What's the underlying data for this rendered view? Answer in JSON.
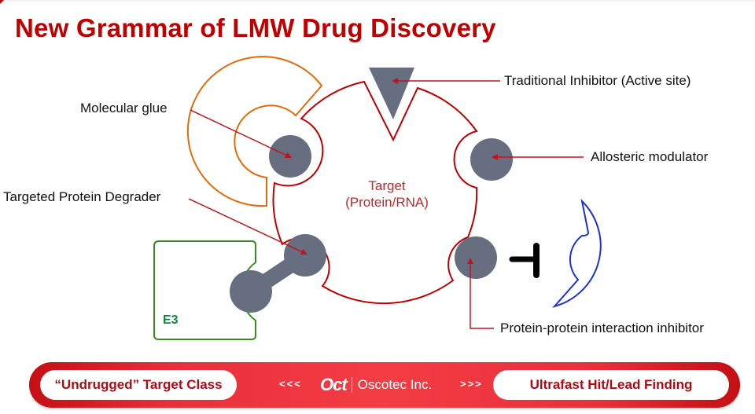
{
  "slide": {
    "title": "New Grammar of LMW Drug Discovery"
  },
  "diagram": {
    "center_label_line1": "Target",
    "center_label_line2": "(Protein/RNA)",
    "e3_label": "E3",
    "callouts": {
      "traditional_inhibitor": "Traditional Inhibitor (Active site)",
      "molecular_glue": "Molecular glue",
      "allosteric_modulator": "Allosteric modulator",
      "targeted_protein_degrader": "Targeted Protein Degrader",
      "ppi_inhibitor": "Protein-protein interaction inhibitor"
    },
    "colors": {
      "target_outline": "#c00000",
      "ligand_fill": "#676e80",
      "glue_outline": "#e36c0a",
      "e3_outline": "#3a8a1e",
      "partner_outline": "#1f2fd6",
      "arrow": "#c0141c",
      "title": "#c00000"
    }
  },
  "banner": {
    "left_pill": "“Undrugged” Target Class",
    "left_chevrons": "<<<",
    "logo_text": "Oct",
    "company": "Oscotec Inc.",
    "right_chevrons": ">>>",
    "right_pill": "Ultrafast Hit/Lead Finding"
  }
}
